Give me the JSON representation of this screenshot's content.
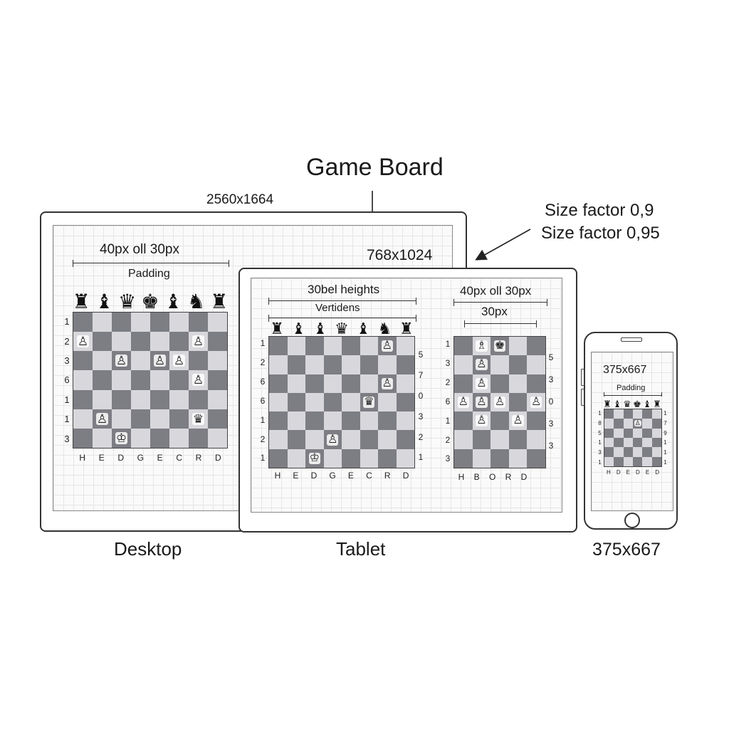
{
  "title": "Game Board",
  "sizes": {
    "desktop_outer": "2560x1664",
    "tablet_outer": "768x1024",
    "phone_top": "375x667",
    "phone_bottom": "375x667"
  },
  "size_factors": [
    "Size factor 0,9",
    "Size factor 0,95"
  ],
  "devices": {
    "desktop": "Desktop",
    "tablet": "Tablet"
  },
  "boards": {
    "desktop": {
      "dim_label": "40px oll 30px",
      "pad_label": "Padding",
      "pieces": [
        "♜",
        "♝",
        "♛",
        "♚",
        "♝",
        "♞",
        "♜"
      ],
      "ranks": [
        "1",
        "2",
        "3",
        "6",
        "1",
        "1",
        "3"
      ],
      "files": [
        "H",
        "E",
        "D",
        "G",
        "E",
        "C",
        "R",
        "D"
      ],
      "placed": [
        {
          "r": 1,
          "c": 0,
          "p": "♙"
        },
        {
          "r": 1,
          "c": 6,
          "p": "♙"
        },
        {
          "r": 2,
          "c": 2,
          "p": "♙"
        },
        {
          "r": 2,
          "c": 4,
          "p": "♙"
        },
        {
          "r": 2,
          "c": 5,
          "p": "♙"
        },
        {
          "r": 3,
          "c": 6,
          "p": "♙"
        },
        {
          "r": 5,
          "c": 1,
          "p": "♙"
        },
        {
          "r": 5,
          "c": 6,
          "p": "♛"
        },
        {
          "r": 6,
          "c": 2,
          "p": "♔"
        }
      ]
    },
    "tablet_a": {
      "dim_label": "30bel heights",
      "pad_label": "Vertidens",
      "pieces": [
        "♜",
        "♝",
        "♝",
        "♛",
        "♝",
        "♞",
        "♜"
      ],
      "ranks_left": [
        "1",
        "2",
        "6",
        "6",
        "1",
        "2",
        "1"
      ],
      "ranks_right": [
        "",
        "5",
        "7",
        "0",
        "3",
        "2",
        "1"
      ],
      "files": [
        "H",
        "E",
        "D",
        "G",
        "E",
        "C",
        "R",
        "D"
      ],
      "placed": [
        {
          "r": 0,
          "c": 6,
          "p": "♙"
        },
        {
          "r": 2,
          "c": 6,
          "p": "♙"
        },
        {
          "r": 3,
          "c": 5,
          "p": "♛"
        },
        {
          "r": 5,
          "c": 3,
          "p": "♙"
        },
        {
          "r": 6,
          "c": 2,
          "p": "♔"
        }
      ]
    },
    "tablet_b": {
      "dim_label": "40px oll 30px",
      "pad_label": "30px",
      "ranks_left": [
        "1",
        "3",
        "2",
        "6",
        "1",
        "2",
        "3"
      ],
      "ranks_right": [
        "",
        "5",
        "3",
        "0",
        "3",
        "3",
        ""
      ],
      "files": [
        "H",
        "B",
        "O",
        "R",
        "D"
      ],
      "placed": [
        {
          "r": 0,
          "c": 1,
          "p": "♗"
        },
        {
          "r": 0,
          "c": 2,
          "p": "♚"
        },
        {
          "r": 1,
          "c": 1,
          "p": "♙"
        },
        {
          "r": 2,
          "c": 1,
          "p": "♙"
        },
        {
          "r": 3,
          "c": 0,
          "p": "♙"
        },
        {
          "r": 3,
          "c": 1,
          "p": "♙"
        },
        {
          "r": 3,
          "c": 2,
          "p": "♙"
        },
        {
          "r": 3,
          "c": 4,
          "p": "♙"
        },
        {
          "r": 4,
          "c": 1,
          "p": "♙"
        },
        {
          "r": 4,
          "c": 3,
          "p": "♙"
        }
      ]
    },
    "phone": {
      "pad_label": "Padding",
      "pieces": [
        "♜",
        "♝",
        "♛",
        "♚",
        "♝",
        "♜"
      ],
      "ranks_left": [
        "1",
        "8",
        "5",
        "1",
        "3",
        "1"
      ],
      "ranks_right": [
        "1",
        "7",
        "9",
        "1",
        "1",
        "1"
      ],
      "files": [
        "H",
        "D",
        "E",
        "D",
        "E",
        "D"
      ],
      "placed": [
        {
          "r": 1,
          "c": 3,
          "p": "♙"
        }
      ]
    }
  },
  "colors": {
    "dark_square": "#7d7d84",
    "light_square": "#d8d8dc"
  }
}
